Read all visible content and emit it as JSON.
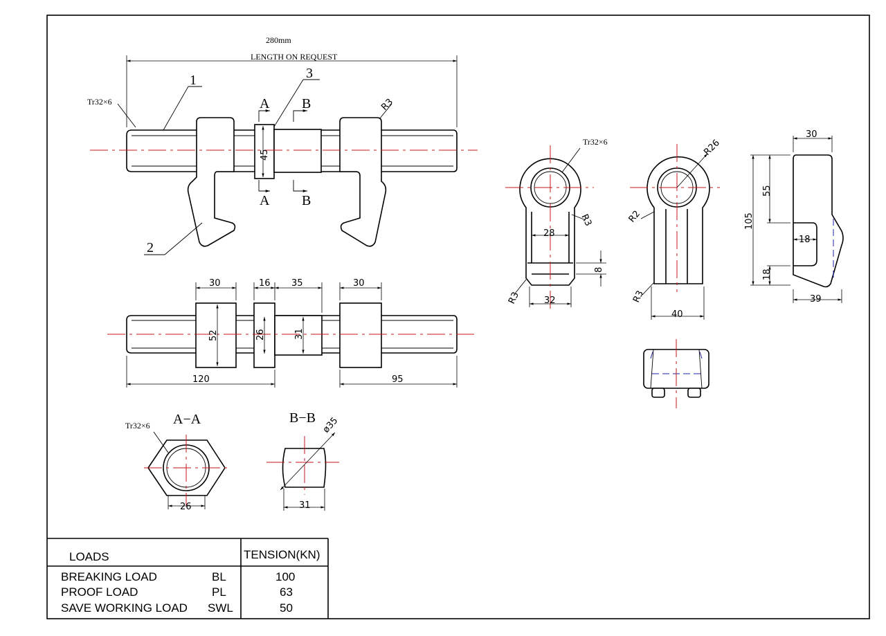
{
  "top_length": "280mm",
  "top_length_note": "LENGTH ON REQUEST",
  "labels": {
    "thread_main": "Tr32×6",
    "thread_eye": "Tr32×6",
    "thread_aa": "Tr32×6",
    "part1": "1",
    "part2": "2",
    "part3": "3",
    "cut_a": "A",
    "cut_b": "B",
    "r3": "R3",
    "r2": "R2",
    "r26": "R26",
    "dia35": "ø35"
  },
  "dims": {
    "d45": "45",
    "d30a": "30",
    "d16": "16",
    "d35": "35",
    "d30b": "30",
    "d52": "52",
    "d26": "26",
    "d31": "31",
    "d120": "120",
    "d95": "95",
    "d28": "28",
    "d8": "8",
    "d32": "32",
    "d40": "40",
    "d30c": "30",
    "d55": "55",
    "d105": "105",
    "d18a": "18",
    "d18b": "18",
    "d39": "39",
    "d26aa": "26",
    "d31bb": "31"
  },
  "sections": {
    "aa": "A−A",
    "bb": "B−B"
  },
  "table": {
    "header_left": "LOADS",
    "header_right": "TENSION(KN)",
    "rows": [
      {
        "name": "BREAKING LOAD",
        "abbr": "BL",
        "value": "100"
      },
      {
        "name": "PROOF LOAD",
        "abbr": "PL",
        "value": "63"
      },
      {
        "name": "SAVE WORKING LOAD",
        "abbr": "SWL",
        "value": "50"
      }
    ]
  },
  "colors": {
    "centerline": "#c4141b",
    "hidden_line": "#1c1fa8",
    "ink": "#000000"
  }
}
